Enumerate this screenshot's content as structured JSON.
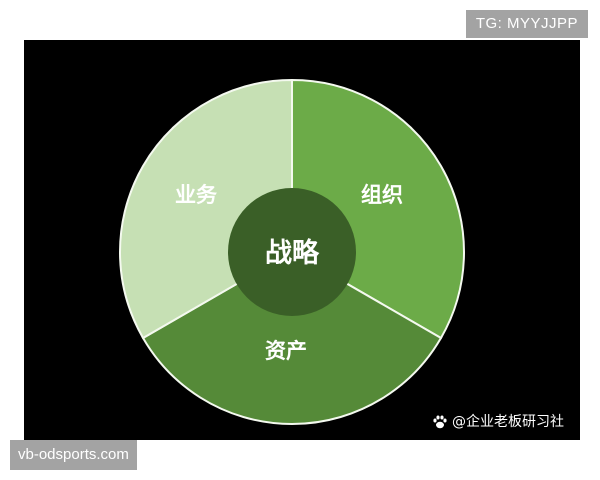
{
  "badges": {
    "top": "TG: MYYJJPP",
    "bottom": "vb-odsports.com"
  },
  "watermark": {
    "icon": "paw-icon",
    "text": "@企业老板研习社"
  },
  "diagram": {
    "center": "战略",
    "segments": [
      {
        "label": "组织",
        "color": "#6cab48"
      },
      {
        "label": "资产",
        "color": "#558a38"
      },
      {
        "label": "业务",
        "color": "#c6e0b4"
      }
    ],
    "center_color": "#3a5f27"
  }
}
